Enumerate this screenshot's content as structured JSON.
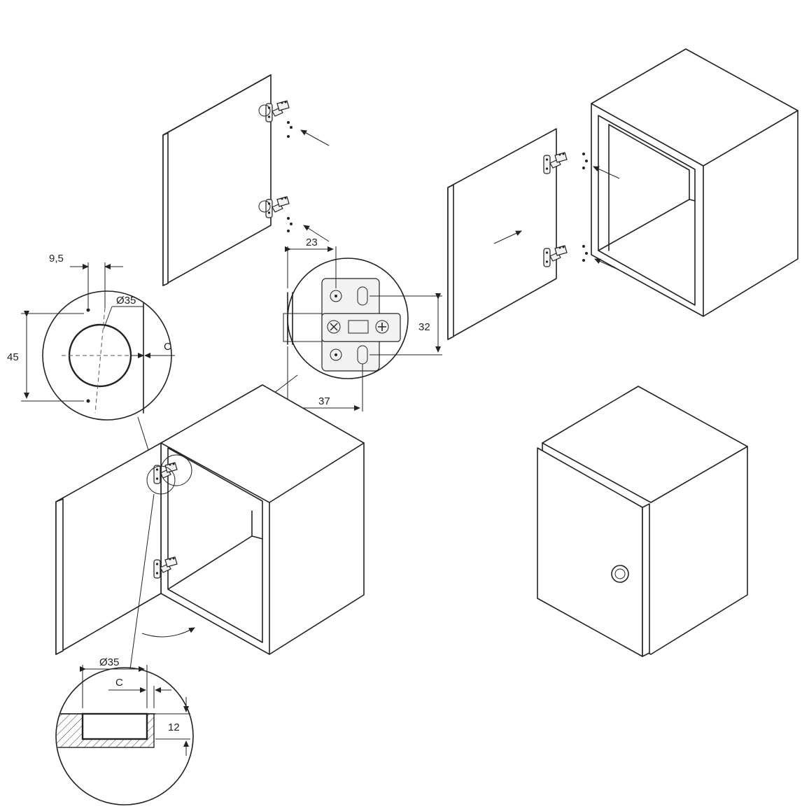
{
  "detail_round": {
    "dim_offset": "9,5",
    "dim_diameter": "Ø35",
    "dim_spacing": "45",
    "dim_c": "C"
  },
  "detail_plate": {
    "dim_23": "23",
    "dim_32": "32",
    "dim_37": "37"
  },
  "detail_section": {
    "dim_diameter": "Ø35",
    "dim_c": "C",
    "dim_depth": "12"
  },
  "icons": [
    "hinge-icon",
    "arrow-icon",
    "knob-icon"
  ]
}
